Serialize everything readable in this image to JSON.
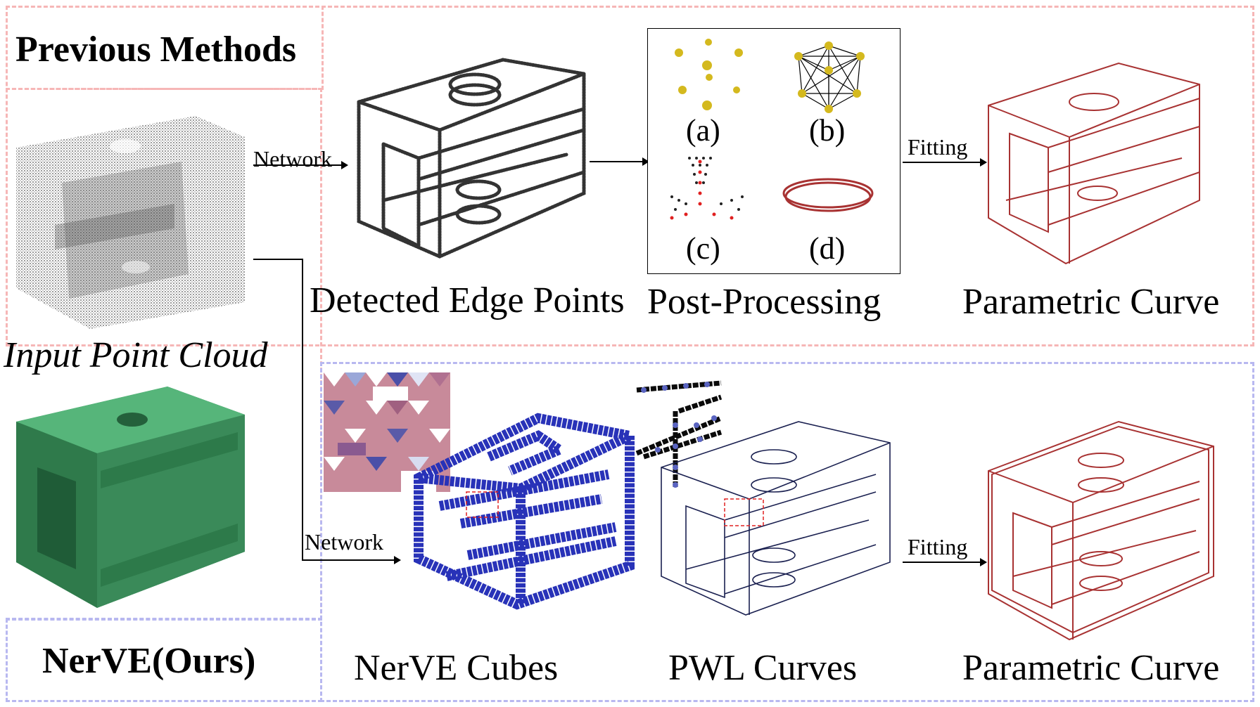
{
  "colors": {
    "previous_border": "#f6b6b6",
    "ours_border": "#b8b8f0",
    "curve_red": "#a83232",
    "cube_blue": "#2832b8",
    "mesh_green": "#3f9a63",
    "node_gold": "#d4b91e",
    "detail_red": "#e02020",
    "wire_navy": "#1a2050"
  },
  "header": {
    "previous_title": "Previous Methods",
    "ours_title": "NerVE(Ours)"
  },
  "input": {
    "label": "Input Point Cloud"
  },
  "previous": {
    "arrow_network": "Network",
    "detected_label": "Detected Edge Points",
    "postprocess_label": "Post-Processing",
    "panels": [
      "(a)",
      "(b)",
      "(c)",
      "(d)"
    ],
    "arrow_fitting": "Fitting",
    "parametric_label": "Parametric Curve"
  },
  "ours": {
    "arrow_network": "Network",
    "cubes_label": "NerVE Cubes",
    "pwl_label": "PWL Curves",
    "arrow_fitting": "Fitting",
    "parametric_label": "Parametric Curve"
  },
  "icons": [
    "point-cloud-icon",
    "mesh-icon",
    "edge-points-icon",
    "scatter-nodes-icon",
    "complete-graph-icon",
    "neighborhood-points-icon",
    "circle-fit-icon",
    "parametric-curve-icon",
    "nerve-cubes-icon",
    "cube-closeup-icon",
    "pwl-curves-icon",
    "pwl-closeup-icon"
  ]
}
